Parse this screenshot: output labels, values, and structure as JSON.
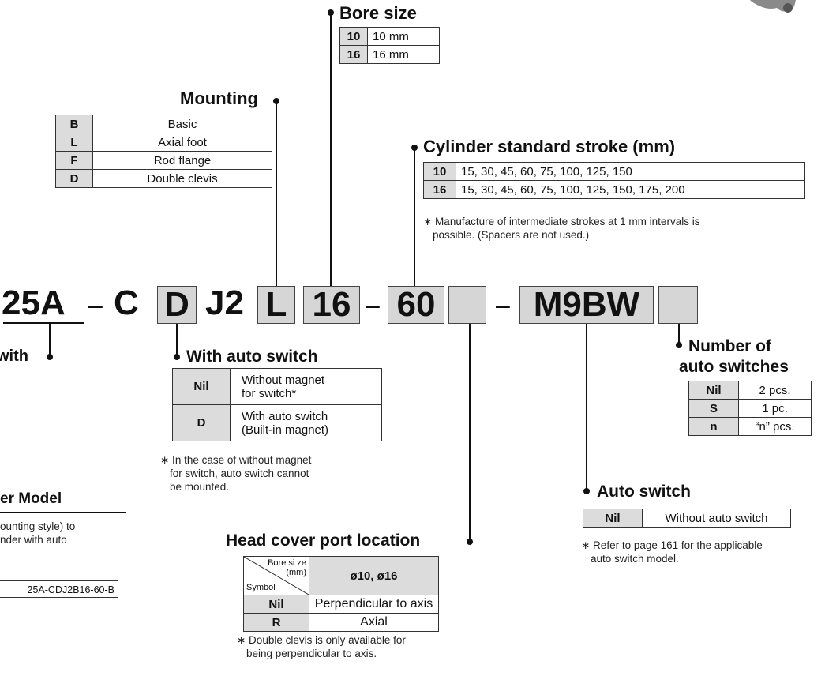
{
  "bore_size": {
    "title": "Bore size",
    "rows": [
      {
        "key": "10",
        "value": "10 mm"
      },
      {
        "key": "16",
        "value": "16 mm"
      }
    ]
  },
  "mounting": {
    "title": "Mounting",
    "rows": [
      {
        "key": "B",
        "value": "Basic"
      },
      {
        "key": "L",
        "value": "Axial foot"
      },
      {
        "key": "F",
        "value": "Rod flange"
      },
      {
        "key": "D",
        "value": "Double clevis"
      }
    ]
  },
  "stroke": {
    "title": "Cylinder standard stroke (mm)",
    "rows": [
      {
        "key": "10",
        "value": "15, 30, 45, 60, 75, 100, 125, 150"
      },
      {
        "key": "16",
        "value": "15, 30, 45, 60, 75, 100, 125, 150, 175, 200"
      }
    ],
    "note_line1": "∗ Manufacture of intermediate strokes at 1 mm intervals is",
    "note_line2": "possible. (Spacers are not used.)"
  },
  "model_code": {
    "prefix": "25A",
    "dash1": "–",
    "c": "C",
    "d": "D",
    "j2": "J2",
    "l": "L",
    "bore": "16",
    "dash2": "–",
    "stroke": "60",
    "dash3": "–",
    "switch": "M9BW"
  },
  "with_auto_switch": {
    "title": "With auto switch",
    "rows": [
      {
        "key": "Nil",
        "line1": "Without magnet",
        "line2": "for switch*"
      },
      {
        "key": "D",
        "line1": "With auto switch",
        "line2": "(Built-in magnet)"
      }
    ],
    "note_line1": "∗ In the case of without magnet",
    "note_line2": "for switch, auto switch cannot",
    "note_line3": "be mounted."
  },
  "num_switches": {
    "title_line1": "Number of",
    "title_line2": "auto switches",
    "rows": [
      {
        "key": "Nil",
        "value": "2 pcs."
      },
      {
        "key": "S",
        "value": "1 pc."
      },
      {
        "key": "n",
        "value": "“n” pcs."
      }
    ]
  },
  "auto_switch": {
    "title": "Auto switch",
    "rows": [
      {
        "key": "Nil",
        "value": "Without auto switch"
      }
    ],
    "note_line1": "∗ Refer to page 161 for the applicable",
    "note_line2": "auto switch model."
  },
  "head_cover": {
    "title": "Head cover port location",
    "header_top": "Bore si ze",
    "header_unit": "(mm)",
    "header_symbol": "Symbol",
    "header_value": "ø10, ø16",
    "rows": [
      {
        "key": "Nil",
        "value": "Perpendicular to axis"
      },
      {
        "key": "R",
        "value": "Axial"
      }
    ],
    "note_line1": "∗ Double clevis is only available for",
    "note_line2": "being perpendicular to axis."
  },
  "left_fragments": {
    "with": "with",
    "order_title": "er Model",
    "order_line1": "ounting style) to",
    "order_line2": "nder with auto",
    "example": "25A-CDJ2B16-60-B"
  }
}
